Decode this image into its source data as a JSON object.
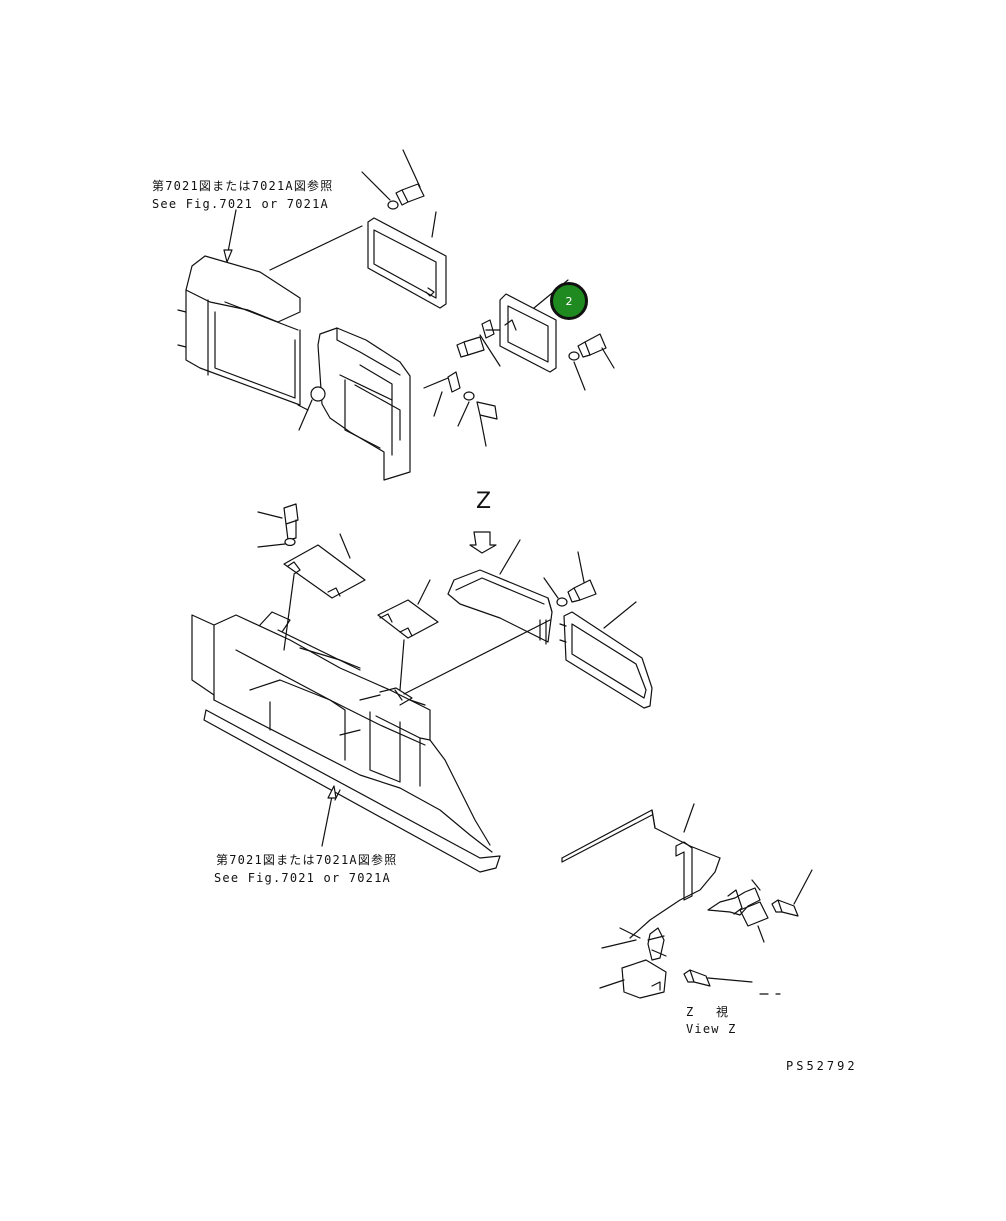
{
  "references": {
    "top": {
      "jp": "第7021図または7021A図参照",
      "en": "See Fig.7021 or 7021A"
    },
    "bottom": {
      "jp": "第7021図または7021A図参照",
      "en": "See Fig.7021 or 7021A"
    }
  },
  "view_marker": {
    "letter": "Z"
  },
  "view_label": {
    "jp": "Z　 視",
    "en": "View Z"
  },
  "callouts": [
    {
      "number": "2",
      "color": "#1f8a1f"
    }
  ],
  "drawing_number": "PS52792"
}
